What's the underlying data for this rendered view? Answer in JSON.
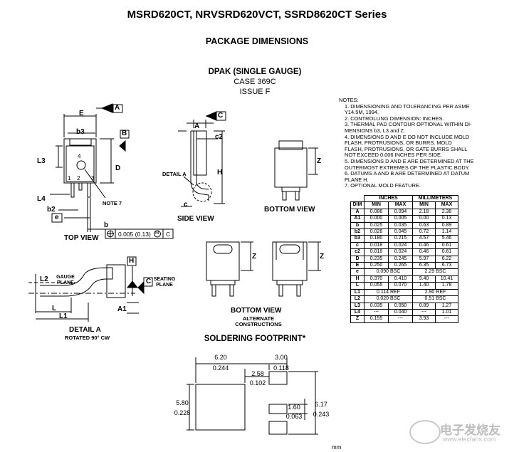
{
  "header": {
    "title": "MSRD620CT, NRVSRD620VCT, SSRD8620CT Series",
    "subtitle": "PACKAGE DIMENSIONS"
  },
  "package": {
    "name": "DPAK (SINGLE GAUGE)",
    "case": "CASE 369C",
    "issue": "ISSUE F"
  },
  "views": {
    "top_view": "TOP VIEW",
    "side_view": "SIDE VIEW",
    "bottom_view_1": "BOTTOM VIEW",
    "bottom_view_2": "BOTTOM VIEW",
    "alternate_1": "ALTERNATE",
    "alternate_2": "CONSTRUCTIONS",
    "detail_a_title": "DETAIL A",
    "detail_a_sub": "ROTATED 90° CW",
    "detail_a_ref": "DETAIL A",
    "note7": "NOTE 7",
    "gauge_plane": [
      "GAUGE",
      "PLANE"
    ],
    "seating_plane": [
      "SEATING",
      "PLANE"
    ]
  },
  "labels": {
    "E": "E",
    "A": "A",
    "B": "B",
    "C": "C",
    "H": "H",
    "D": "D",
    "Z": "Z",
    "Z2": "Z",
    "Z3": "Z",
    "b3": "b3",
    "L3": "L3",
    "L4": "L4",
    "b2": "b2",
    "e": "e",
    "b": "b",
    "c2": "c2",
    "c": "c",
    "L": "L",
    "L1": "L1",
    "L2": "L2",
    "A1": "A1",
    "H_side": "H",
    "A_side": "A",
    "pin1": "1",
    "pin2": "2",
    "pin3": "3",
    "pin4": "4",
    "tolerance": "0.005 (0.13)",
    "tol_m": "M",
    "tol_c": "C"
  },
  "notes": {
    "header": "NOTES:",
    "lines": [
      "1. DIMENSIONING AND TOLERANCING PER ASME",
      "    Y14.5M, 1994.",
      "2. CONTROLLING DIMENSION: INCHES.",
      "3. THERMAL PAD CONTOUR OPTIONAL WITHIN DI-",
      "    MENSIONS b3, L3 and Z.",
      "4. DIMENSIONS D AND E DO NOT INCLUDE MOLD",
      "    FLASH, PROTRUSIONS, OR BURRS. MOLD",
      "    FLASH, PROTRUSIONS, OR GATE BURRS SHALL",
      "    NOT EXCEED 0.006 INCHES PER SIDE.",
      "5. DIMENSIONS D AND E ARE DETERMINED AT THE",
      "    OUTERMOST EXTREMES OF THE PLASTIC BODY.",
      "6. DATUMS A AND B ARE DETERMINED AT DATUM",
      "    PLANE H.",
      "7. OPTIONAL MOLD FEATURE."
    ]
  },
  "dim_table": {
    "group_headers": [
      "INCHES",
      "MILLIMETERS"
    ],
    "columns": [
      "DIM",
      "MIN",
      "MAX",
      "MIN",
      "MAX"
    ],
    "rows": [
      [
        "A",
        "0.086",
        "0.094",
        "2.18",
        "2.38"
      ],
      [
        "A1",
        "0.000",
        "0.005",
        "0.00",
        "0.13"
      ],
      [
        "b",
        "0.025",
        "0.035",
        "0.63",
        "0.89"
      ],
      [
        "b2",
        "0.028",
        "0.045",
        "0.72",
        "1.14"
      ],
      [
        "b3",
        "0.180",
        "0.215",
        "4.57",
        "5.46"
      ],
      [
        "c",
        "0.018",
        "0.024",
        "0.46",
        "0.61"
      ],
      [
        "c2",
        "0.018",
        "0.024",
        "0.46",
        "0.61"
      ],
      [
        "D",
        "0.235",
        "0.245",
        "5.97",
        "6.22"
      ],
      [
        "E",
        "0.250",
        "0.265",
        "6.35",
        "6.73"
      ],
      [
        "e",
        "0.090 BSC",
        "",
        "2.29 BSC",
        ""
      ],
      [
        "H",
        "0.370",
        "0.410",
        "9.40",
        "10.41"
      ],
      [
        "L",
        "0.055",
        "0.070",
        "1.40",
        "1.78"
      ],
      [
        "L1",
        "0.114 REF",
        "",
        "2.90 REF",
        ""
      ],
      [
        "L2",
        "0.020 BSC",
        "",
        "0.51 BSC",
        ""
      ],
      [
        "L3",
        "0.035",
        "0.050",
        "0.89",
        "1.27"
      ],
      [
        "L4",
        "---",
        "0.040",
        "---",
        "1.01"
      ],
      [
        "Z",
        "0.155",
        "---",
        "3.93",
        "---"
      ]
    ]
  },
  "soldering": {
    "title": "SOLDERING FOOTPRINT*",
    "dims": {
      "w1_mm": "6.20",
      "w1_in": "0.244",
      "w2_mm": "3.00",
      "w2_in": "0.118",
      "g_mm": "2.58",
      "g_in": "0.102",
      "h1_mm": "5.80",
      "h1_in": "0.228",
      "p_mm": "1.60",
      "p_in": "0.063",
      "h2_mm": "6.17",
      "h2_in": "0.243"
    },
    "scale_unit": "mm"
  },
  "watermark": {
    "text": "电子发烧友",
    "url": "www.elecfans.com"
  }
}
